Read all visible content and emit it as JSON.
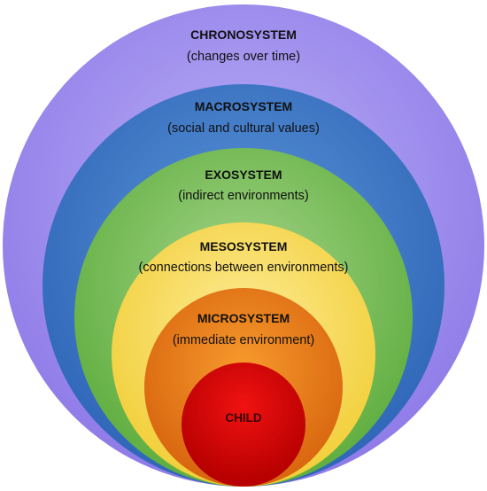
{
  "diagram": {
    "layers": [
      {
        "title": "CHRONOSYSTEM",
        "subtitle": "(changes over time)",
        "color": "#b9aef5",
        "edge": "#8f7be8"
      },
      {
        "title": "MACROSYSTEM",
        "subtitle": "(social and cultural values)",
        "color": "#5b95d8",
        "edge": "#2f66b8"
      },
      {
        "title": "EXOSYSTEM",
        "subtitle": "(indirect environments)",
        "color": "#a6d48a",
        "edge": "#5fae3f"
      },
      {
        "title": "MESOSYSTEM",
        "subtitle": "(connections between environments)",
        "color": "#fdeb96",
        "edge": "#f2cf3a"
      },
      {
        "title": "MICROSYSTEM",
        "subtitle": "(immediate environment)",
        "color": "#f79a2c",
        "edge": "#d8650f"
      }
    ],
    "core": {
      "title": "CHILD",
      "color": "#f01212",
      "edge": "#b80000"
    }
  }
}
